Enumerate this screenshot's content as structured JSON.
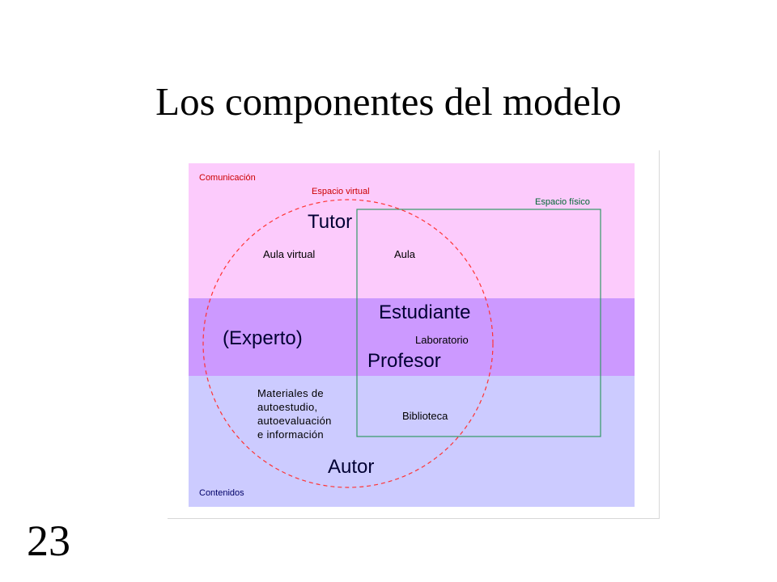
{
  "slide": {
    "title": "Los componentes del modelo",
    "number": "23"
  },
  "diagram": {
    "colors": {
      "comunicacion_band": "#fccbfc",
      "medio_band": "#cc99ff",
      "contenidos_band": "#cccbff",
      "espacio_virtual_circle": "#ff3333",
      "espacio_fisico_rect": "#339966"
    },
    "bands": {
      "comunicacion": "Comunicación",
      "contenidos": "Contenidos"
    },
    "regions": {
      "espacio_virtual": "Espacio virtual",
      "espacio_fisico": "Espacio físico"
    },
    "roles": {
      "tutor": "Tutor",
      "estudiante": "Estudiante",
      "experto": "(Experto)",
      "profesor": "Profesor",
      "autor": "Autor"
    },
    "places": {
      "aula_virtual": "Aula virtual",
      "aula": "Aula",
      "laboratorio": "Laboratorio",
      "biblioteca": "Biblioteca",
      "materiales": "Materiales de\nautoestudio,\nautoevaluación\ne información"
    }
  }
}
